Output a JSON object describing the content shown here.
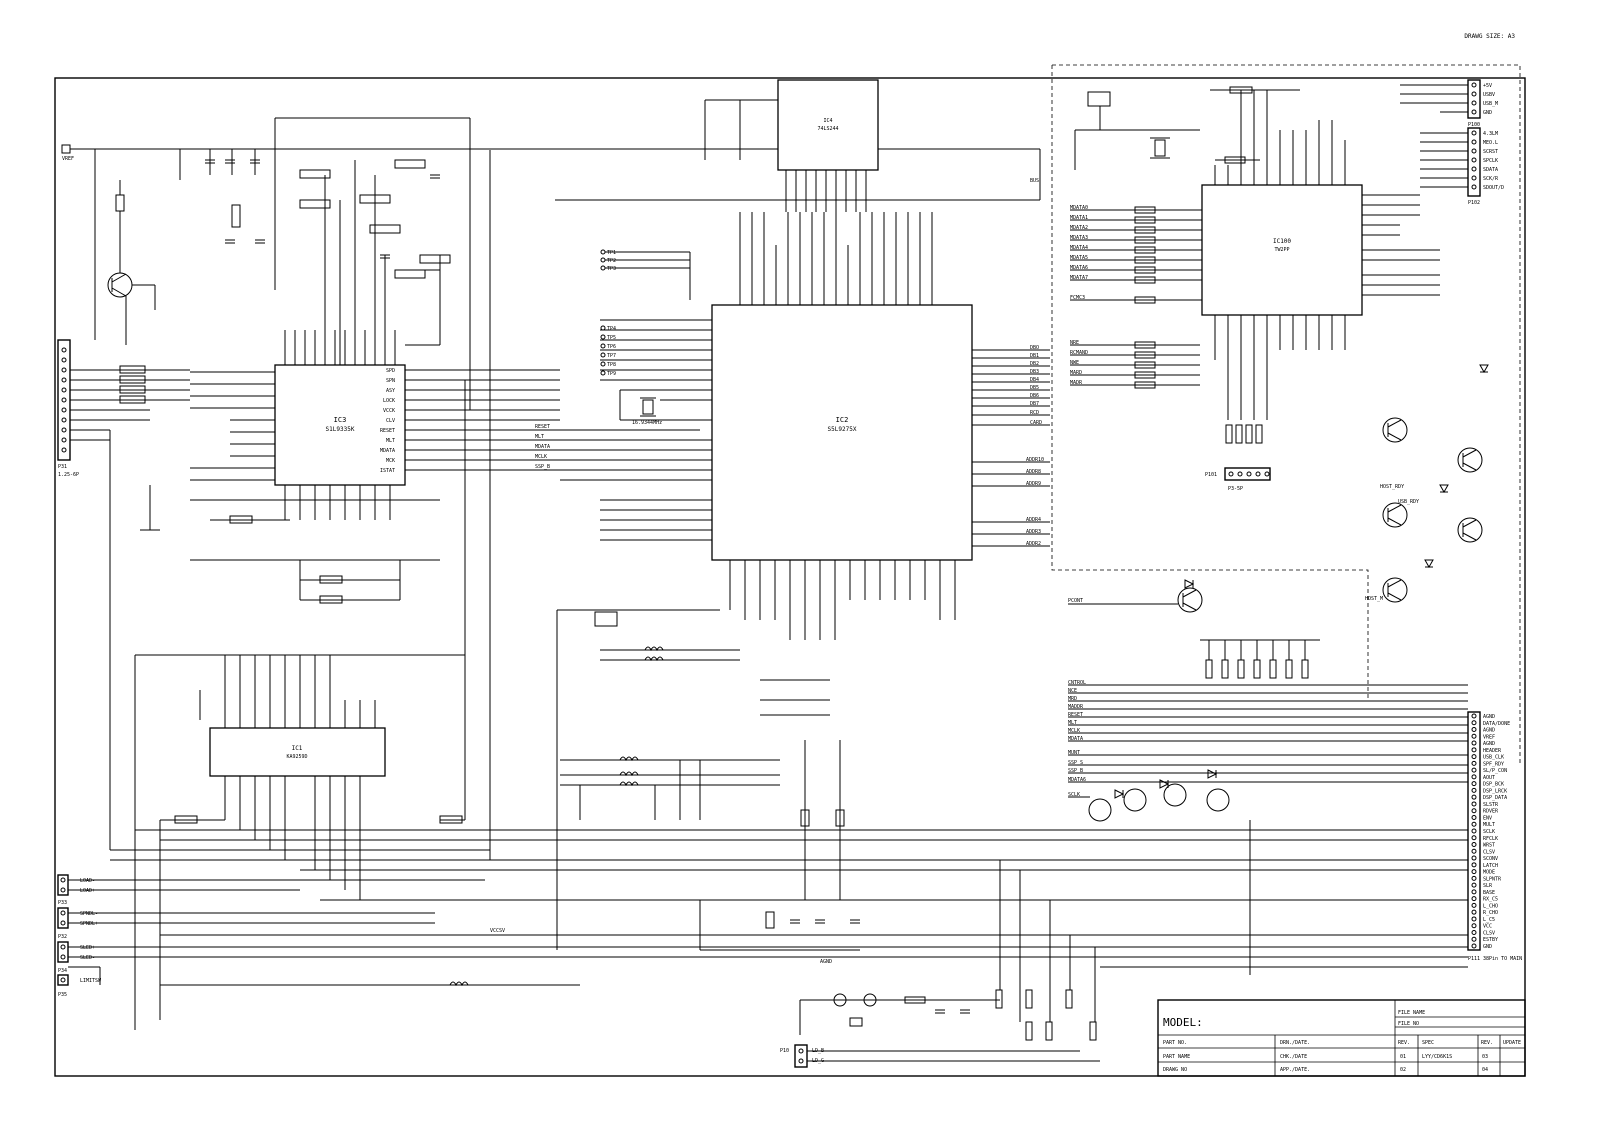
{
  "drawing": {
    "corner_label": "DRAWG SIZE: A3"
  },
  "ics": {
    "ic3": {
      "ref": "IC3",
      "part": "S1L9335K"
    },
    "ic2": {
      "ref": "IC2",
      "part": "S5L9275X"
    },
    "ic1": {
      "ref": "IC1",
      "part": "KA9259D"
    },
    "ic100": {
      "ref": "IC100",
      "part": "TW2PP"
    },
    "ic4": {
      "ref": "IC4",
      "part": "74LS244"
    }
  },
  "nets": {
    "vref": "VREF",
    "bus": "BUS",
    "vcc": "VCC5V",
    "agnd": "AGND",
    "host_rdy": "HOST_RDY",
    "host_m": "HOST_M",
    "usb_rdy": "USB_RDY",
    "pcont": "PCONT",
    "crystal": "16.9344MHz",
    "test_points": [
      "TP1",
      "TP2",
      "TP3",
      "TP4",
      "TP5",
      "TP6",
      "TP7",
      "TP8",
      "TP9"
    ]
  },
  "connectors": {
    "p31": {
      "ref": "P31",
      "desc": "1.25-6P"
    },
    "p33": {
      "ref": "P33",
      "pins": [
        "LOAD-",
        "LOAD+"
      ]
    },
    "p32": {
      "ref": "P32",
      "pins": [
        "SPNDL-",
        "SPNDL+"
      ]
    },
    "p34": {
      "ref": "P34",
      "pins": [
        "SLED+",
        "SLED-"
      ]
    },
    "p35": {
      "ref": "P35",
      "pins": [
        "LIMITSW"
      ]
    },
    "p101": {
      "ref": "P101",
      "desc": "P3-5P"
    },
    "p100": {
      "ref": "P100",
      "pins": [
        "+5V",
        "USBV",
        "USB_M",
        "GND"
      ]
    },
    "p102": {
      "ref": "P102",
      "pins": [
        "4.3LM",
        "MEO.L",
        "SCRST",
        "SPCLK",
        "SDATA",
        "SCK/R",
        "SDOUT/D"
      ]
    },
    "p111": {
      "ref": "P111",
      "desc": "38Pin TO MAIN",
      "pins": [
        "AGND",
        "DATA/DONE",
        "AGND",
        "VREF",
        "AGND",
        "HEADER",
        "USB_CLK",
        "SPF_RDY",
        "SL/P_CON",
        "AOUT",
        "DSP_BCK",
        "DSP_LRCK",
        "DSP_DATA",
        "SLSTR",
        "RDVER",
        "ENV",
        "MULT",
        "SCLK",
        "RFCLK",
        "WRST",
        "CLSV",
        "SCONV",
        "LATCH",
        "MODE",
        "SLPNTR",
        "SLR",
        "BASE",
        "RX_C5",
        "L_CHO",
        "R_CHO",
        "L_C5",
        "VCC",
        "CLSV",
        "ESTBY",
        "GND"
      ]
    },
    "p10": {
      "ref": "P10",
      "pins": [
        "LD_B",
        "LD_G"
      ]
    }
  },
  "signals": {
    "ic3_right": [
      "SPD",
      "SPN",
      "ASY",
      "LOCK",
      "VCCK",
      "CLV",
      "RESET",
      "MLT",
      "MDATA",
      "MCK",
      "ISTAT"
    ],
    "ic2_mid": [
      "RESET",
      "MLT",
      "MDATA",
      "MCLK",
      "SSP_B"
    ],
    "ic2_right_out": [
      "DBO",
      "DB1",
      "DB2",
      "DB3",
      "DB4",
      "DB5",
      "DB6",
      "DB7"
    ],
    "ic2_addr_out": [
      "ADDR10",
      "ADDR8",
      "ADDR9",
      "ADDR4",
      "ADDR3",
      "ADDR2"
    ],
    "ic2_right_extra": [
      "RCD",
      "CARD"
    ],
    "ic100_inputs": [
      "MDATA0",
      "MDATA1",
      "MDATA2",
      "MDATA3",
      "MDATA4",
      "MDATA5",
      "MDATA6",
      "MDATA7"
    ],
    "ic100_ctrl": [
      "FCMC3"
    ],
    "ic100_ctrl2": [
      "NRE",
      "RCMAND",
      "NWE",
      "MARD",
      "MADR"
    ],
    "lower_bus": [
      "CNTROL",
      "NCE",
      "MRD",
      "MADDR",
      "RESET",
      "MLT",
      "MCLK",
      "MDATA",
      "MUNT",
      "SSP_S",
      "SSP_B",
      "MDATA6",
      "SCLK"
    ],
    "spindle": "SPNDL",
    "vccsv": "VCCSV"
  },
  "title_block": {
    "model_label": "MODEL:",
    "part_no_label": "PART NO.",
    "part_name_label": "PART NAME",
    "drawg_no_label": "DRAWG NO",
    "drn_date": "DRN./DATE.",
    "chk_date": "CHK./DATE",
    "app_date": "APP./DATE.",
    "file_name": "FILE NAME",
    "file_no": "FILE NO",
    "rev_label": "REV.",
    "update_label": "UPDATE",
    "spec_label": "SPEC",
    "rev_rows": [
      {
        "rev": "01",
        "spec": "LYY/CD6K1S",
        "rcv": "03"
      },
      {
        "rev": "02",
        "spec": "",
        "rcv": "04"
      }
    ]
  }
}
